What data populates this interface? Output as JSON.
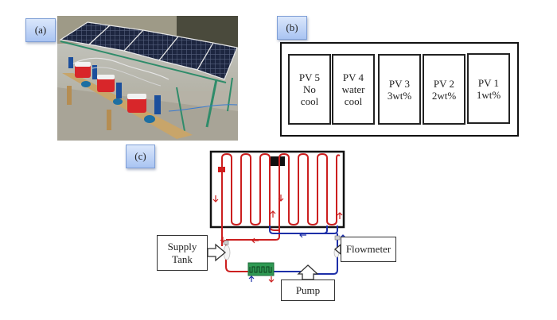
{
  "panels": {
    "a": {
      "tag": "(a)",
      "content": "photo of outdoor PV cooling test rig: five solar panels on a frame with red coolers, pumps and hoses"
    },
    "b": {
      "tag": "(b)",
      "modules": [
        {
          "name": "PV 5",
          "lines": [
            "PV 5",
            "No",
            "cool"
          ]
        },
        {
          "name": "PV 4",
          "lines": [
            "PV 4",
            "water",
            "cool"
          ]
        },
        {
          "name": "PV 3",
          "lines": [
            "PV 3",
            "3wt%"
          ]
        },
        {
          "name": "PV 2",
          "lines": [
            "PV 2",
            "2wt%"
          ]
        },
        {
          "name": "PV 1",
          "lines": [
            "PV 1",
            "1wt%"
          ]
        }
      ]
    },
    "c": {
      "tag": "(c)",
      "callouts": {
        "supply_tank": [
          "Supply",
          "Tank"
        ],
        "flowmeter": [
          "Flowmeter"
        ],
        "pump": [
          "Pump"
        ]
      },
      "colors": {
        "hot_line": "#cc1f1f",
        "cold_line": "#1d2fa8",
        "heat_exchanger": "#2f9a53",
        "panel_border": "#111111"
      }
    }
  }
}
